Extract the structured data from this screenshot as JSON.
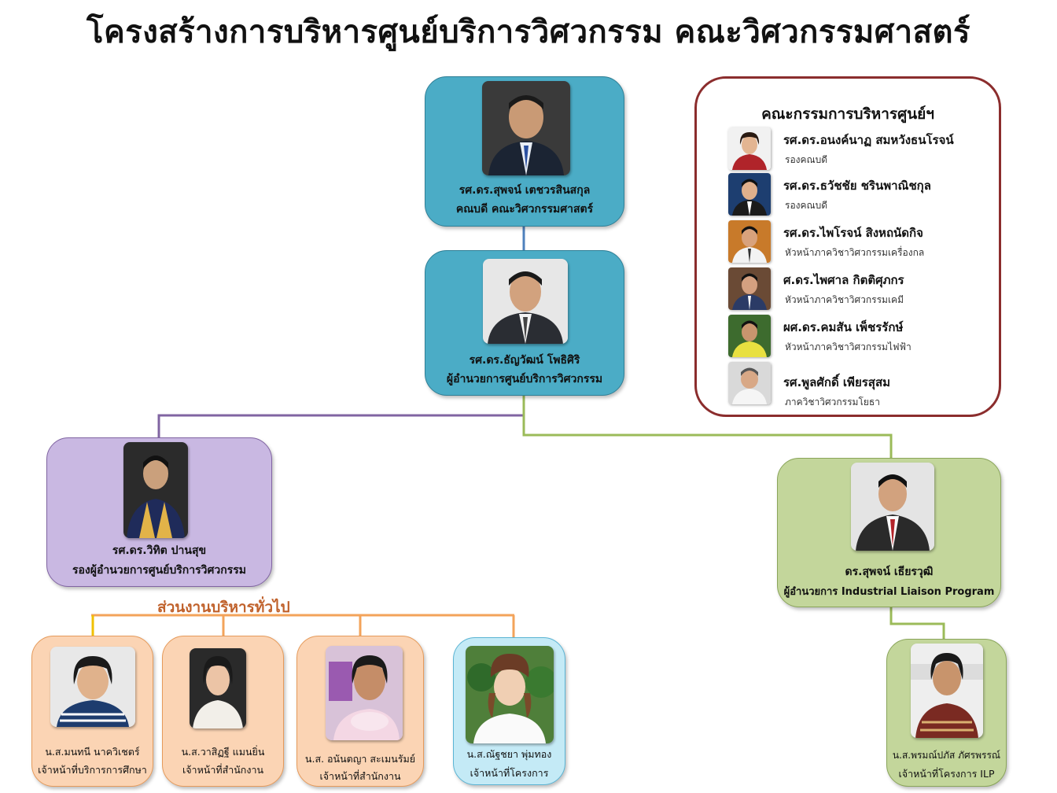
{
  "title": "โครงสร้างการบริหารศูนย์บริการวิศวกรรม คณะวิศวกรรมศาสตร์",
  "dean": {
    "name": "รศ.ดร.สุพจน์ เตชวรสินสกุล",
    "role": "คณบดี คณะวิศวกรรมศาสตร์"
  },
  "director": {
    "name": "รศ.ดร.ธัญวัฒน์ โพธิศิริ",
    "role": "ผู้อำนวยการศูนย์บริการวิศวกรรม"
  },
  "deputy": {
    "name": "รศ.ดร.วิทิต ปานสุข",
    "role": "รองผู้อำนวยการศูนย์บริการวิศวกรรม"
  },
  "ilp": {
    "name": "ดร.สุพจน์ เธียรวุฒิ",
    "role": "ผู้อำนวยการ Industrial Liaison Program"
  },
  "committee": {
    "title": "คณะกรรมการบริหารศูนย์ฯ",
    "members": [
      {
        "name": "รศ.ดร.อนงค์นาฏ สมหวังธนโรจน์",
        "role": "รองคณบดี"
      },
      {
        "name": "รศ.ดร.ธวัชชัย ชรินพาณิชกุล",
        "role": "รองคณบดี"
      },
      {
        "name": "รศ.ดร.ไพโรจน์ สิงหถนัดกิจ",
        "role": "หัวหน้าภาควิชาวิศวกรรมเครื่องกล"
      },
      {
        "name": "ศ.ดร.ไพศาล กิตติศุภกร",
        "role": "หัวหน้าภาควิชาวิศวกรรมเคมี"
      },
      {
        "name": "ผศ.ดร.คมสัน เพ็ชรรักษ์",
        "role": "หัวหน้าภาควิชาวิศวกรรมไฟฟ้า"
      },
      {
        "name": "รศ.พูลศักดิ์ เพียรสุสม",
        "role": "ภาควิชาวิศวกรรมโยธา"
      }
    ]
  },
  "general_admin_label": "ส่วนงานบริหารทั่วไป",
  "staff": [
    {
      "name": "น.ส.มนทนี นาควิเชตร์",
      "role": "เจ้าหน้าที่บริการการศึกษา"
    },
    {
      "name": "น.ส.วาสิฏฐี แมนยิ่น",
      "role": "เจ้าหน้าที่สำนักงาน"
    },
    {
      "name": "น.ส. อนันตญา สะเมนรัมย์",
      "role": "เจ้าหน้าที่สำนักงาน"
    },
    {
      "name": "น.ส.ณัฐชยา พุ่มทอง",
      "role": "เจ้าหน้าที่โครงการ"
    }
  ],
  "ilp_staff": {
    "name": "น.ส.พรมณ์ปภัส ภัศรพรรณ์",
    "role": "เจ้าหน้าที่โครงการ ILP"
  },
  "colors": {
    "dean_box": "#4bacc6",
    "deputy_box": "#c9b8e2",
    "ilp_box": "#c3d69b",
    "staff_box": "#fbd4b4",
    "project_staff_box": "#c4eaf6",
    "committee_border": "#8b2d2d",
    "section_label": "#c0612b"
  }
}
